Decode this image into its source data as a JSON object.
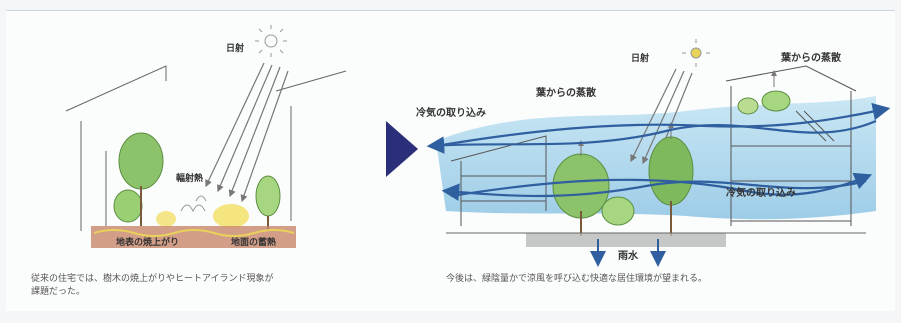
{
  "left_panel": {
    "sun_label": "日射",
    "radiant_heat_label": "輻射熱",
    "ground_temp_label": "地表の焼上がり",
    "ground_heat_label": "地面の蓄熱",
    "caption_line1": "従来の住宅では、樹木の焼上がりやヒートアイランド現象が",
    "caption_line2": "課題だった。"
  },
  "right_panel": {
    "sun_label": "日射",
    "evaporation_label_top": "葉からの蒸散",
    "evaporation_label_mid": "葉からの蒸散",
    "cool_air_intake_left": "冷気の取り込み",
    "cool_air_intake_right": "冷気の取り込み",
    "rainwater_label": "雨水",
    "caption": "今後は、緑陰量かで涼風を呼び込む快適な居住環境が望まれる。"
  },
  "colors": {
    "arrow_blue": "#2f5f9e",
    "triangle": "#2b2f7a",
    "tree_green": "#8cc26a",
    "sky_blue": "#9fd0ea",
    "soil": "#c8866a",
    "sun_yellow": "#e8d25a"
  }
}
